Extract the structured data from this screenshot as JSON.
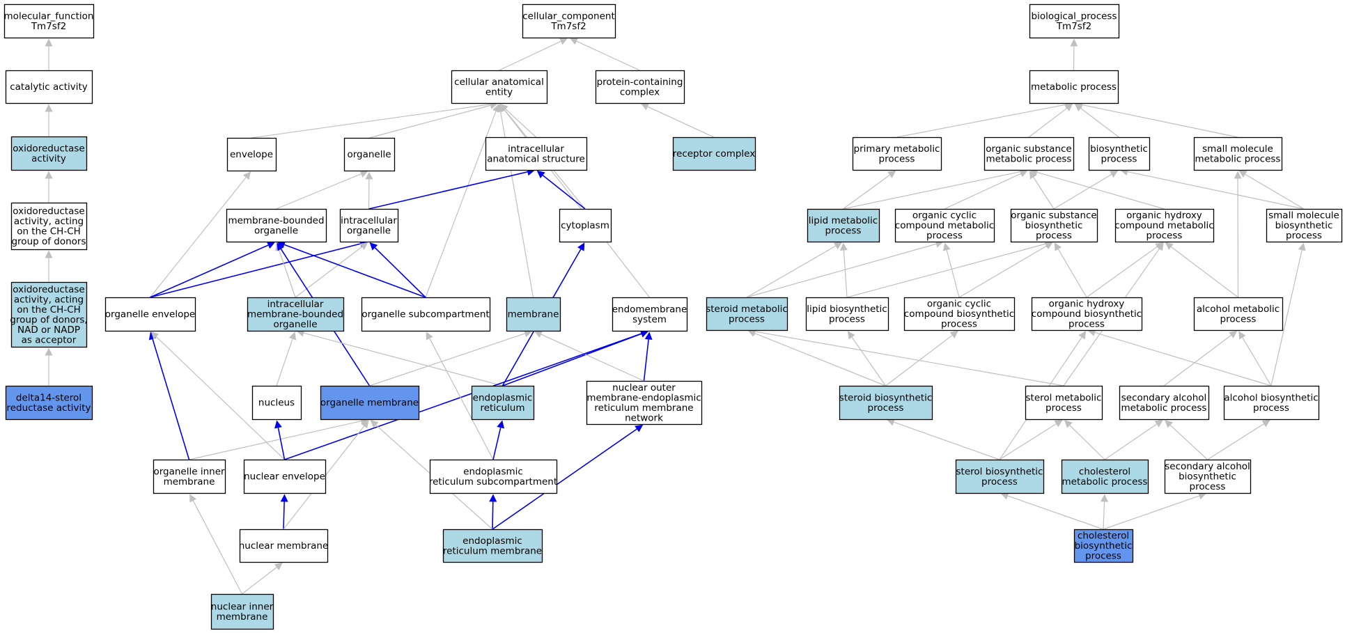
{
  "colors": {
    "node_plain": "#ffffff",
    "node_light": "#add8e6",
    "node_dark": "#6495ed",
    "edge_gray": "#bfbfbf",
    "edge_blue": "#0000ee",
    "border": "#000000"
  },
  "nodes": [
    {
      "id": "mf",
      "lines": [
        "molecular_function",
        "Tm7sf2"
      ],
      "fill": "plain"
    },
    {
      "id": "catalytic",
      "lines": [
        "catalytic activity"
      ],
      "fill": "plain"
    },
    {
      "id": "oxred",
      "lines": [
        "oxidoreductase",
        "activity"
      ],
      "fill": "light"
    },
    {
      "id": "oxred_chch",
      "lines": [
        "oxidoreductase",
        "activity, acting",
        "on the CH-CH",
        "group of donors"
      ],
      "fill": "plain"
    },
    {
      "id": "oxred_nadp",
      "lines": [
        "oxidoreductase",
        "activity, acting",
        "on the CH-CH",
        "group of donors,",
        "NAD or NADP",
        "as acceptor"
      ],
      "fill": "light"
    },
    {
      "id": "delta14",
      "lines": [
        "delta14-sterol",
        "reductase activity"
      ],
      "fill": "dark"
    },
    {
      "id": "cc",
      "lines": [
        "cellular_component",
        "Tm7sf2"
      ],
      "fill": "plain"
    },
    {
      "id": "cae",
      "lines": [
        "cellular anatomical",
        "entity"
      ],
      "fill": "plain"
    },
    {
      "id": "pcc",
      "lines": [
        "protein-containing",
        "complex"
      ],
      "fill": "plain"
    },
    {
      "id": "receptor",
      "lines": [
        "receptor complex"
      ],
      "fill": "light"
    },
    {
      "id": "envelope",
      "lines": [
        "envelope"
      ],
      "fill": "plain"
    },
    {
      "id": "organelle",
      "lines": [
        "organelle"
      ],
      "fill": "plain"
    },
    {
      "id": "ias",
      "lines": [
        "intracellular",
        "anatomical structure"
      ],
      "fill": "plain"
    },
    {
      "id": "mbo",
      "lines": [
        "membrane-bounded",
        "organelle"
      ],
      "fill": "plain"
    },
    {
      "id": "io",
      "lines": [
        "intracellular",
        "organelle"
      ],
      "fill": "plain"
    },
    {
      "id": "cytoplasm",
      "lines": [
        "cytoplasm"
      ],
      "fill": "plain"
    },
    {
      "id": "orgenv",
      "lines": [
        "organelle envelope"
      ],
      "fill": "plain"
    },
    {
      "id": "imbo",
      "lines": [
        "intracellular",
        "membrane-bounded",
        "organelle"
      ],
      "fill": "light"
    },
    {
      "id": "osub",
      "lines": [
        "organelle subcompartment"
      ],
      "fill": "plain"
    },
    {
      "id": "membrane",
      "lines": [
        "membrane"
      ],
      "fill": "light"
    },
    {
      "id": "endomem",
      "lines": [
        "endomembrane",
        "system"
      ],
      "fill": "plain"
    },
    {
      "id": "nucleus",
      "lines": [
        "nucleus"
      ],
      "fill": "plain"
    },
    {
      "id": "orgmem",
      "lines": [
        "organelle membrane"
      ],
      "fill": "dark"
    },
    {
      "id": "er",
      "lines": [
        "endoplasmic",
        "reticulum"
      ],
      "fill": "light"
    },
    {
      "id": "nomer",
      "lines": [
        "nuclear outer",
        "membrane-endoplasmic",
        "reticulum membrane",
        "network"
      ],
      "fill": "plain"
    },
    {
      "id": "oim",
      "lines": [
        "organelle inner",
        "membrane"
      ],
      "fill": "plain"
    },
    {
      "id": "nucenv",
      "lines": [
        "nuclear envelope"
      ],
      "fill": "plain"
    },
    {
      "id": "ersub",
      "lines": [
        "endoplasmic",
        "reticulum subcompartment"
      ],
      "fill": "plain"
    },
    {
      "id": "nucmem",
      "lines": [
        "nuclear membrane"
      ],
      "fill": "plain"
    },
    {
      "id": "ermem",
      "lines": [
        "endoplasmic",
        "reticulum membrane"
      ],
      "fill": "light"
    },
    {
      "id": "nim",
      "lines": [
        "nuclear inner",
        "membrane"
      ],
      "fill": "light"
    },
    {
      "id": "bp",
      "lines": [
        "biological_process",
        "Tm7sf2"
      ],
      "fill": "plain"
    },
    {
      "id": "metab",
      "lines": [
        "metabolic process"
      ],
      "fill": "plain"
    },
    {
      "id": "pmp",
      "lines": [
        "primary metabolic",
        "process"
      ],
      "fill": "plain"
    },
    {
      "id": "osmp",
      "lines": [
        "organic substance",
        "metabolic process"
      ],
      "fill": "plain"
    },
    {
      "id": "biosyn",
      "lines": [
        "biosynthetic",
        "process"
      ],
      "fill": "plain"
    },
    {
      "id": "smmp",
      "lines": [
        "small molecule",
        "metabolic process"
      ],
      "fill": "plain"
    },
    {
      "id": "lmp",
      "lines": [
        "lipid metabolic",
        "process"
      ],
      "fill": "light"
    },
    {
      "id": "occmp",
      "lines": [
        "organic cyclic",
        "compound metabolic",
        "process"
      ],
      "fill": "plain"
    },
    {
      "id": "osbp",
      "lines": [
        "organic substance",
        "biosynthetic",
        "process"
      ],
      "fill": "plain"
    },
    {
      "id": "ohcmp",
      "lines": [
        "organic hydroxy",
        "compound metabolic",
        "process"
      ],
      "fill": "plain"
    },
    {
      "id": "smbp",
      "lines": [
        "small molecule",
        "biosynthetic",
        "process"
      ],
      "fill": "plain"
    },
    {
      "id": "stmp",
      "lines": [
        "steroid metabolic",
        "process"
      ],
      "fill": "light"
    },
    {
      "id": "lbp",
      "lines": [
        "lipid biosynthetic",
        "process"
      ],
      "fill": "plain"
    },
    {
      "id": "occbp",
      "lines": [
        "organic cyclic",
        "compound biosynthetic",
        "process"
      ],
      "fill": "plain"
    },
    {
      "id": "ohcbp",
      "lines": [
        "organic hydroxy",
        "compound biosynthetic",
        "process"
      ],
      "fill": "plain"
    },
    {
      "id": "amp",
      "lines": [
        "alcohol metabolic",
        "process"
      ],
      "fill": "plain"
    },
    {
      "id": "stbp",
      "lines": [
        "steroid biosynthetic",
        "process"
      ],
      "fill": "light"
    },
    {
      "id": "sterolmp",
      "lines": [
        "sterol metabolic",
        "process"
      ],
      "fill": "plain"
    },
    {
      "id": "samp",
      "lines": [
        "secondary alcohol",
        "metabolic process"
      ],
      "fill": "plain"
    },
    {
      "id": "abp",
      "lines": [
        "alcohol biosynthetic",
        "process"
      ],
      "fill": "plain"
    },
    {
      "id": "sterolbp",
      "lines": [
        "sterol biosynthetic",
        "process"
      ],
      "fill": "light"
    },
    {
      "id": "cholmp",
      "lines": [
        "cholesterol",
        "metabolic process"
      ],
      "fill": "light"
    },
    {
      "id": "sabp",
      "lines": [
        "secondary alcohol",
        "biosynthetic",
        "process"
      ],
      "fill": "plain"
    },
    {
      "id": "cholbp",
      "lines": [
        "cholesterol",
        "biosynthetic",
        "process"
      ],
      "fill": "dark"
    }
  ],
  "edges": [
    {
      "from": "catalytic",
      "to": "mf",
      "color": "gray"
    },
    {
      "from": "oxred",
      "to": "catalytic",
      "color": "gray"
    },
    {
      "from": "oxred_chch",
      "to": "oxred",
      "color": "gray"
    },
    {
      "from": "oxred_nadp",
      "to": "oxred_chch",
      "color": "gray"
    },
    {
      "from": "delta14",
      "to": "oxred_nadp",
      "color": "gray"
    },
    {
      "from": "cae",
      "to": "cc",
      "color": "gray"
    },
    {
      "from": "pcc",
      "to": "cc",
      "color": "gray"
    },
    {
      "from": "receptor",
      "to": "pcc",
      "color": "gray"
    },
    {
      "from": "envelope",
      "to": "cae",
      "color": "gray"
    },
    {
      "from": "organelle",
      "to": "cae",
      "color": "gray"
    },
    {
      "from": "ias",
      "to": "cae",
      "color": "gray"
    },
    {
      "from": "cytoplasm",
      "to": "cae",
      "color": "gray"
    },
    {
      "from": "membrane",
      "to": "cae",
      "color": "gray"
    },
    {
      "from": "osub",
      "to": "cae",
      "color": "gray"
    },
    {
      "from": "endomem",
      "to": "cae",
      "color": "gray"
    },
    {
      "from": "mbo",
      "to": "organelle",
      "color": "gray"
    },
    {
      "from": "io",
      "to": "organelle",
      "color": "gray"
    },
    {
      "from": "io",
      "to": "ias",
      "color": "blue"
    },
    {
      "from": "cytoplasm",
      "to": "ias",
      "color": "blue"
    },
    {
      "from": "orgenv",
      "to": "envelope",
      "color": "gray"
    },
    {
      "from": "orgenv",
      "to": "mbo",
      "color": "blue"
    },
    {
      "from": "orgenv",
      "to": "io",
      "color": "blue"
    },
    {
      "from": "imbo",
      "to": "mbo",
      "color": "gray"
    },
    {
      "from": "imbo",
      "to": "io",
      "color": "gray"
    },
    {
      "from": "osub",
      "to": "mbo",
      "color": "blue"
    },
    {
      "from": "osub",
      "to": "io",
      "color": "blue"
    },
    {
      "from": "orgmem",
      "to": "mbo",
      "color": "blue"
    },
    {
      "from": "orgmem",
      "to": "membrane",
      "color": "gray"
    },
    {
      "from": "nucleus",
      "to": "imbo",
      "color": "gray"
    },
    {
      "from": "er",
      "to": "imbo",
      "color": "gray"
    },
    {
      "from": "er",
      "to": "cytoplasm",
      "color": "blue"
    },
    {
      "from": "er",
      "to": "endomem",
      "color": "blue"
    },
    {
      "from": "nomer",
      "to": "endomem",
      "color": "blue"
    },
    {
      "from": "nomer",
      "to": "membrane",
      "color": "gray"
    },
    {
      "from": "oim",
      "to": "orgmem",
      "color": "gray"
    },
    {
      "from": "oim",
      "to": "orgenv",
      "color": "blue"
    },
    {
      "from": "nucenv",
      "to": "orgenv",
      "color": "gray"
    },
    {
      "from": "nucenv",
      "to": "nucleus",
      "color": "blue"
    },
    {
      "from": "nucenv",
      "to": "endomem",
      "color": "blue"
    },
    {
      "from": "ersub",
      "to": "osub",
      "color": "gray"
    },
    {
      "from": "ersub",
      "to": "er",
      "color": "blue"
    },
    {
      "from": "nucmem",
      "to": "nucenv",
      "color": "blue"
    },
    {
      "from": "nucmem",
      "to": "orgmem",
      "color": "gray"
    },
    {
      "from": "ermem",
      "to": "ersub",
      "color": "blue"
    },
    {
      "from": "ermem",
      "to": "nomer",
      "color": "blue"
    },
    {
      "from": "ermem",
      "to": "orgmem",
      "color": "gray"
    },
    {
      "from": "nim",
      "to": "oim",
      "color": "gray"
    },
    {
      "from": "nim",
      "to": "nucmem",
      "color": "gray"
    },
    {
      "from": "metab",
      "to": "bp",
      "color": "gray"
    },
    {
      "from": "pmp",
      "to": "metab",
      "color": "gray"
    },
    {
      "from": "osmp",
      "to": "metab",
      "color": "gray"
    },
    {
      "from": "biosyn",
      "to": "metab",
      "color": "gray"
    },
    {
      "from": "smmp",
      "to": "metab",
      "color": "gray"
    },
    {
      "from": "lmp",
      "to": "pmp",
      "color": "gray"
    },
    {
      "from": "lmp",
      "to": "osmp",
      "color": "gray"
    },
    {
      "from": "occmp",
      "to": "osmp",
      "color": "gray"
    },
    {
      "from": "osbp",
      "to": "osmp",
      "color": "gray"
    },
    {
      "from": "osbp",
      "to": "biosyn",
      "color": "gray"
    },
    {
      "from": "ohcmp",
      "to": "osmp",
      "color": "gray"
    },
    {
      "from": "smbp",
      "to": "smmp",
      "color": "gray"
    },
    {
      "from": "smbp",
      "to": "biosyn",
      "color": "gray"
    },
    {
      "from": "stmp",
      "to": "lmp",
      "color": "gray"
    },
    {
      "from": "stmp",
      "to": "occmp",
      "color": "gray"
    },
    {
      "from": "lbp",
      "to": "lmp",
      "color": "gray"
    },
    {
      "from": "lbp",
      "to": "osbp",
      "color": "gray"
    },
    {
      "from": "occbp",
      "to": "occmp",
      "color": "gray"
    },
    {
      "from": "occbp",
      "to": "osbp",
      "color": "gray"
    },
    {
      "from": "ohcbp",
      "to": "osbp",
      "color": "gray"
    },
    {
      "from": "ohcbp",
      "to": "ohcmp",
      "color": "gray"
    },
    {
      "from": "amp",
      "to": "ohcmp",
      "color": "gray"
    },
    {
      "from": "amp",
      "to": "smmp",
      "color": "gray"
    },
    {
      "from": "stbp",
      "to": "stmp",
      "color": "gray"
    },
    {
      "from": "stbp",
      "to": "lbp",
      "color": "gray"
    },
    {
      "from": "stbp",
      "to": "occbp",
      "color": "gray"
    },
    {
      "from": "sterolmp",
      "to": "stmp",
      "color": "gray"
    },
    {
      "from": "sterolmp",
      "to": "ohcmp",
      "color": "gray"
    },
    {
      "from": "samp",
      "to": "amp",
      "color": "gray"
    },
    {
      "from": "abp",
      "to": "amp",
      "color": "gray"
    },
    {
      "from": "abp",
      "to": "ohcbp",
      "color": "gray"
    },
    {
      "from": "abp",
      "to": "smbp",
      "color": "gray"
    },
    {
      "from": "sterolbp",
      "to": "stbp",
      "color": "gray"
    },
    {
      "from": "sterolbp",
      "to": "sterolmp",
      "color": "gray"
    },
    {
      "from": "sterolbp",
      "to": "ohcbp",
      "color": "gray"
    },
    {
      "from": "cholmp",
      "to": "sterolmp",
      "color": "gray"
    },
    {
      "from": "cholmp",
      "to": "samp",
      "color": "gray"
    },
    {
      "from": "sabp",
      "to": "samp",
      "color": "gray"
    },
    {
      "from": "sabp",
      "to": "abp",
      "color": "gray"
    },
    {
      "from": "cholbp",
      "to": "sterolbp",
      "color": "gray"
    },
    {
      "from": "cholbp",
      "to": "cholmp",
      "color": "gray"
    },
    {
      "from": "cholbp",
      "to": "sabp",
      "color": "gray"
    }
  ]
}
